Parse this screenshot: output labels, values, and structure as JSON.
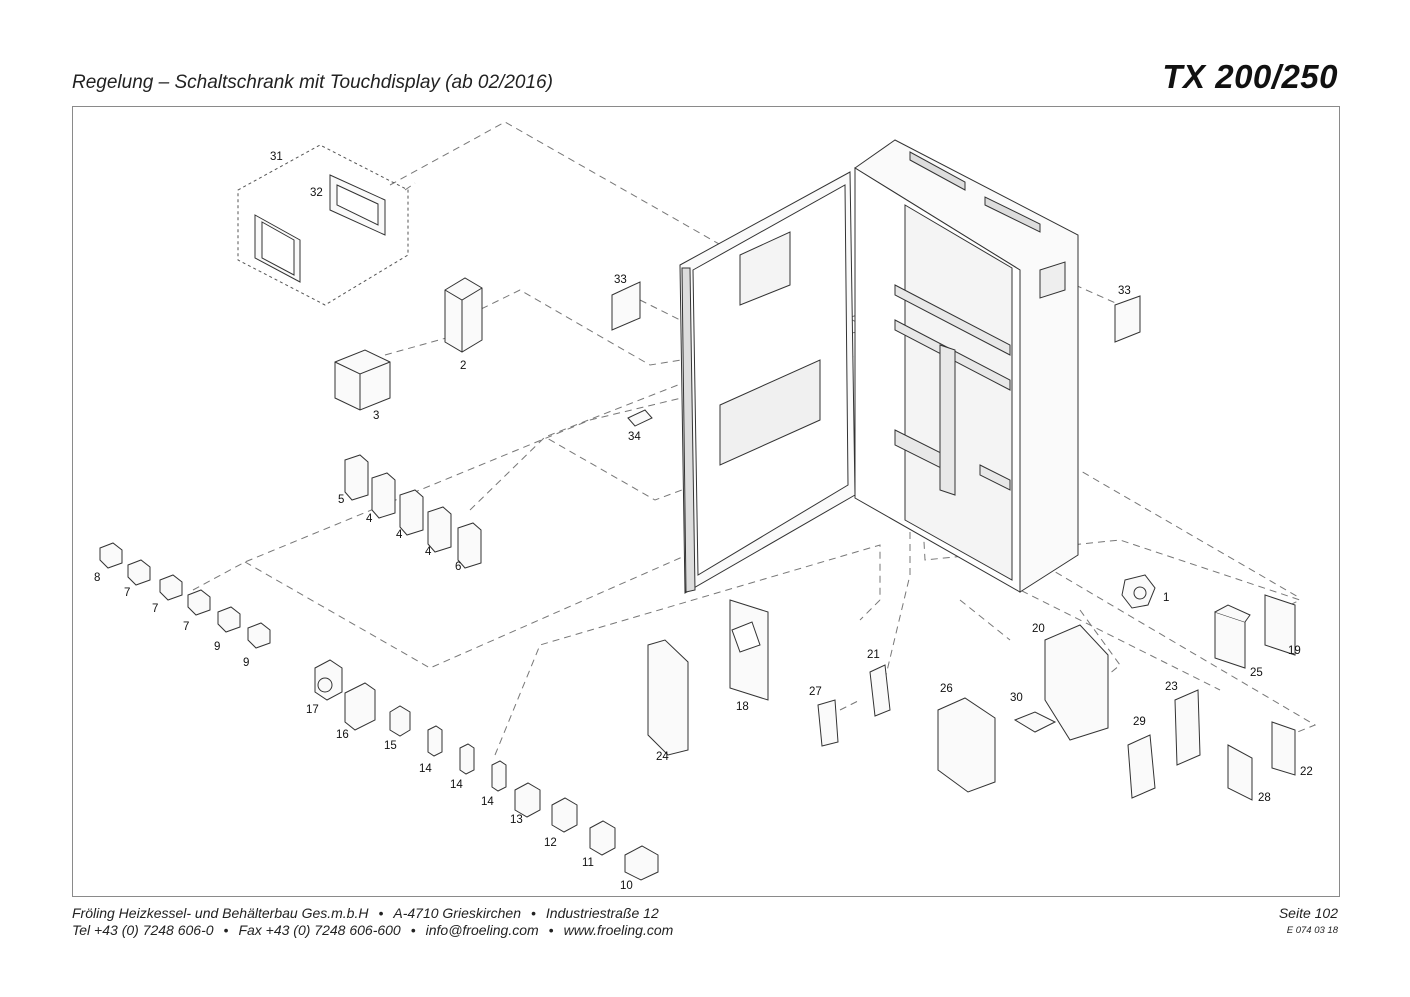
{
  "header": {
    "title": "Regelung – Schaltschrank mit Touchdisplay (ab 02/2016)",
    "model": "TX 200/250"
  },
  "footer": {
    "company": "Fröling Heizkessel- und Behälterbau Ges.m.b.H",
    "address": "A-4710 Grieskirchen",
    "street": "Industriestraße 12",
    "tel": "Tel +43 (0) 7248 606-0",
    "fax": "Fax +43 (0) 7248 606-600",
    "email": "info@froeling.com",
    "web": "www.froeling.com",
    "bullet": "•",
    "page": "Seite 102",
    "docnum": "E 074 03 18"
  },
  "parts": {
    "p1": "1",
    "p2": "2",
    "p3": "3",
    "p4a": "4",
    "p4b": "4",
    "p4c": "4",
    "p5": "5",
    "p6": "6",
    "p7a": "7",
    "p7b": "7",
    "p7c": "7",
    "p8": "8",
    "p9a": "9",
    "p9b": "9",
    "p10": "10",
    "p11": "11",
    "p12": "12",
    "p13": "13",
    "p14a": "14",
    "p14b": "14",
    "p14c": "14",
    "p15": "15",
    "p16": "16",
    "p17": "17",
    "p18": "18",
    "p19": "19",
    "p20": "20",
    "p21": "21",
    "p22": "22",
    "p23": "23",
    "p24": "24",
    "p25": "25",
    "p26": "26",
    "p27": "27",
    "p28": "28",
    "p29": "29",
    "p30": "30",
    "p31": "31",
    "p32": "32",
    "p33a": "33",
    "p33b": "33",
    "p34": "34"
  }
}
